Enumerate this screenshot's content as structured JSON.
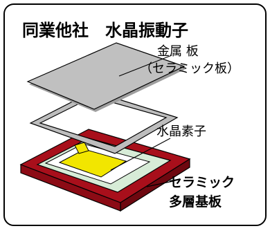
{
  "title": "同業他社　水晶振動子",
  "labels": {
    "lid_line1": "金属 板",
    "lid_line2": "（セラミック板）",
    "crystal": "水晶素子",
    "base_line1": "セラミック",
    "base_line2": "多層基板"
  },
  "colors": {
    "frame_border": "#000000",
    "lid": "#c0c0c0",
    "ring": "#bdbdbd",
    "ceramic_top": "#a80f1b",
    "ceramic_side_front": "#8c0b15",
    "ceramic_side_right": "#6e0810",
    "cavity": "#d7ecd7",
    "electrode": "#f2e600",
    "crystal_white": "#ffffff"
  }
}
